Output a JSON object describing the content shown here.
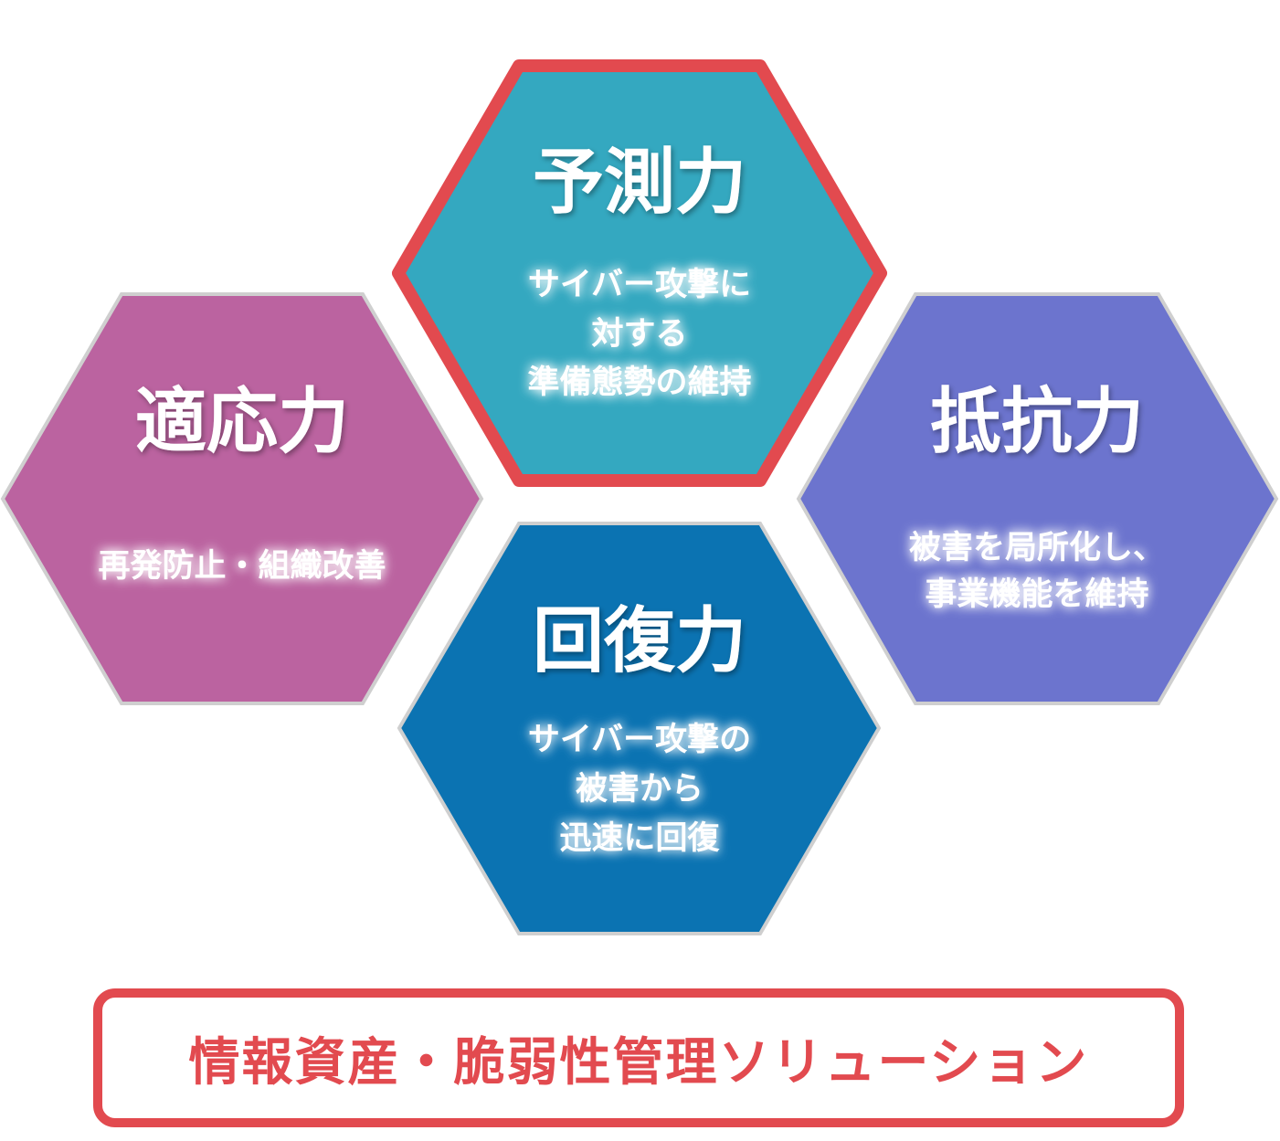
{
  "hexagons": {
    "adapt": {
      "title": "適応力",
      "lines": [
        "再発防止・組織改善"
      ],
      "fill": "#bb63a0"
    },
    "predict": {
      "title": "予測力",
      "lines": [
        "サイバー攻撃に",
        "対する",
        "準備態勢の維持"
      ],
      "fill": "#34a8c0",
      "border": "#e24a4f"
    },
    "resist": {
      "title": "抵抗力",
      "lines": [
        "被害を局所化し、",
        "事業機能を維持"
      ],
      "fill": "#6c74ce"
    },
    "recover": {
      "title": "回復力",
      "lines": [
        "サイバー攻撃の",
        "被害から",
        "迅速に回復"
      ],
      "fill": "#0b73b2"
    }
  },
  "solution": {
    "label": "情報資産・脆弱性管理ソリューション",
    "color": "#e24a4f"
  }
}
